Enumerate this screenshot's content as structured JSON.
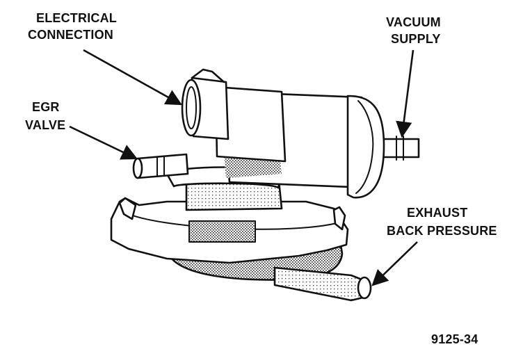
{
  "labels": {
    "electrical_connection": [
      "ELECTRICAL",
      "CONNECTION"
    ],
    "vacuum_supply": [
      "VACUUM",
      "SUPPLY"
    ],
    "egr_valve": [
      "EGR",
      "VALVE"
    ],
    "exhaust_back_pressure": [
      "EXHAUST",
      "BACK PRESSURE"
    ]
  },
  "figure_number": "9125-34",
  "colors": {
    "ink": "#111111",
    "paper": "#ffffff",
    "shade": "#9a9a9a"
  }
}
